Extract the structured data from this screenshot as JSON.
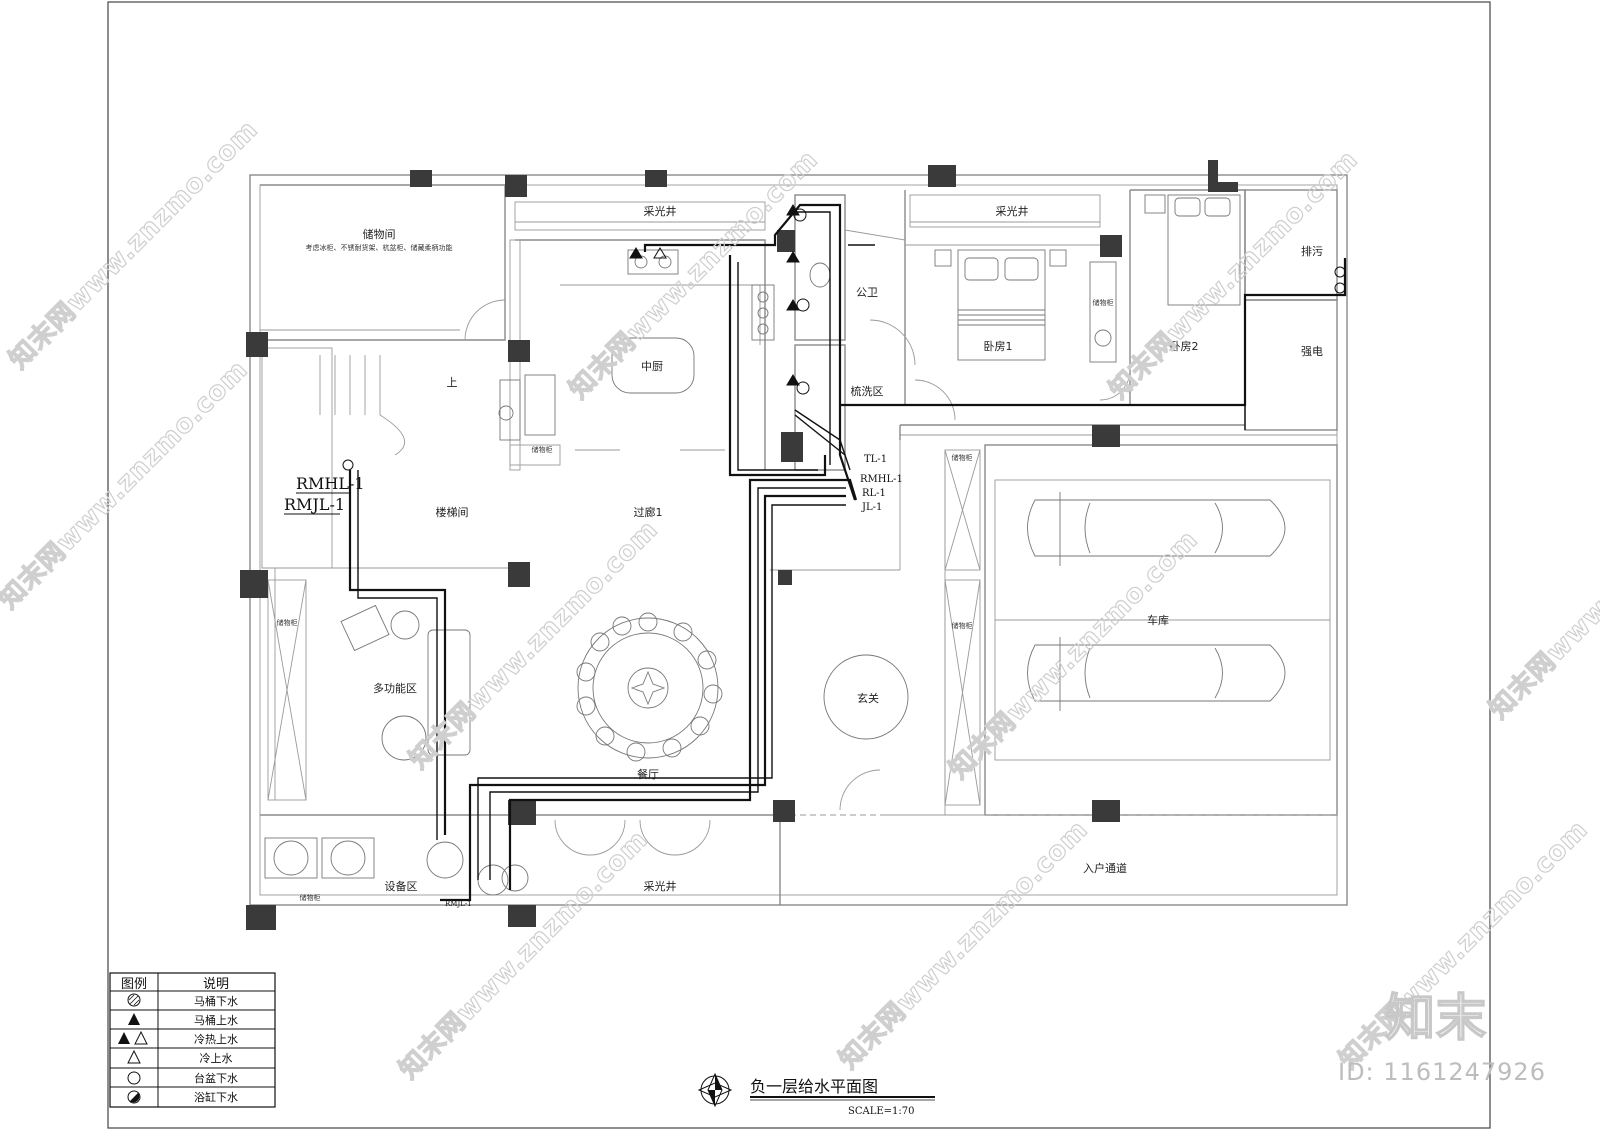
{
  "title": "负一层给水平面图",
  "scale": "SCALE=1:70",
  "rooms": {
    "storage": "储物间",
    "storage_note": "考虑冰柜、不锈耐货架、杭盆柜、储藏柔柄功能",
    "lightwell_top_left": "采光井",
    "lightwell_top_right": "采光井",
    "lightwell_bottom": "采光井",
    "kitchen": "中厨",
    "toilet": "公卫",
    "bedroom1": "卧房1",
    "bedroom2": "卧房2",
    "drain": "排污",
    "electric": "强电",
    "washing": "梳洗区",
    "stairs": "楼梯间",
    "stairs_up": "上",
    "corridor": "过廊1",
    "multi": "多功能区",
    "dining": "餐厅",
    "foyer": "玄关",
    "garage": "车库",
    "entry": "入户通道",
    "equipment": "设备区",
    "cabinet1": "储物柜",
    "cabinet2": "储物柜",
    "cabinet3": "储物柜",
    "cabinet4": "储物柜",
    "cabinet5": "储物柜",
    "cabinet6": "储物柜"
  },
  "pipe_tags": {
    "rmhl": "RMHL-1",
    "rmjl": "RMJL-1",
    "tl": "TL-1",
    "rmhl2": "RMHL-1",
    "rl": "RL-1",
    "jl": "JL-1",
    "bottom": "RMJL-1"
  },
  "legend": {
    "col1_header": "图例",
    "col2_header": "说明",
    "rows": [
      {
        "symbol": "hatched-circle",
        "desc": "马桶下水"
      },
      {
        "symbol": "filled-triangle",
        "desc": "马桶上水"
      },
      {
        "symbol": "filled-and-open-triangle",
        "desc": "冷热上水"
      },
      {
        "symbol": "open-triangle",
        "desc": "冷上水"
      },
      {
        "symbol": "open-circle",
        "desc": "台盆下水"
      },
      {
        "symbol": "half-filled-circle",
        "desc": "浴缸下水"
      }
    ]
  },
  "watermark": {
    "text": "知末网www.znzmo.com",
    "logo": "知末",
    "id": "ID: 1161247926"
  }
}
